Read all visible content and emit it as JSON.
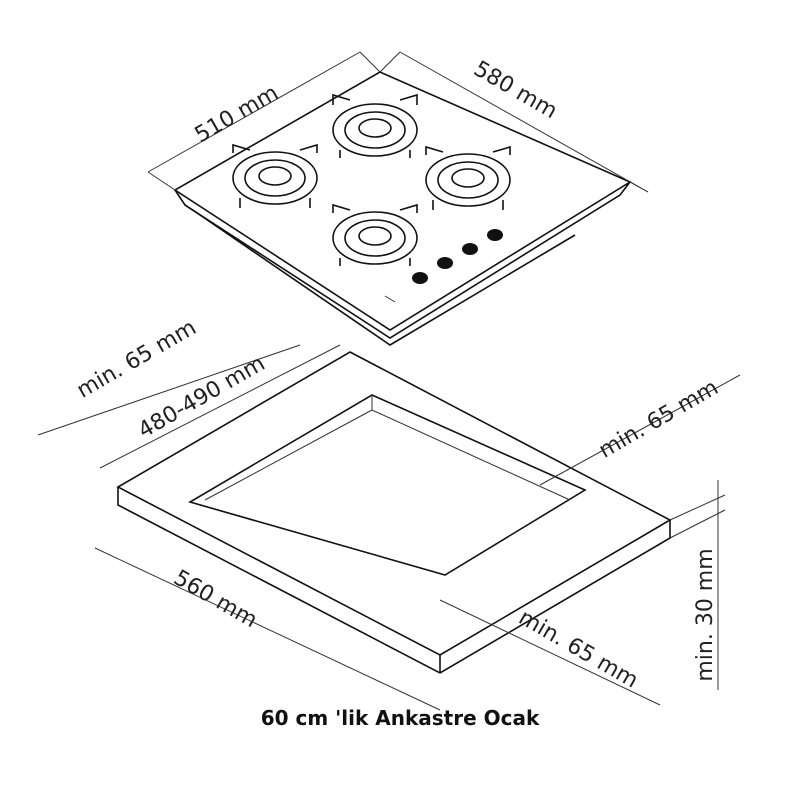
{
  "hob": {
    "depth_label": "510 mm",
    "width_label": "580 mm",
    "burner_count": 4,
    "knob_count": 4
  },
  "cutout": {
    "rear_clearance_label": "min. 65 mm",
    "cutout_depth_label": "480-490 mm",
    "side_clearance_label": "min. 65 mm",
    "cutout_width_label": "560 mm",
    "front_clearance_label": "min. 65 mm",
    "thickness_label": "min. 30 mm"
  },
  "caption": "60 cm 'lik Ankastre Ocak"
}
